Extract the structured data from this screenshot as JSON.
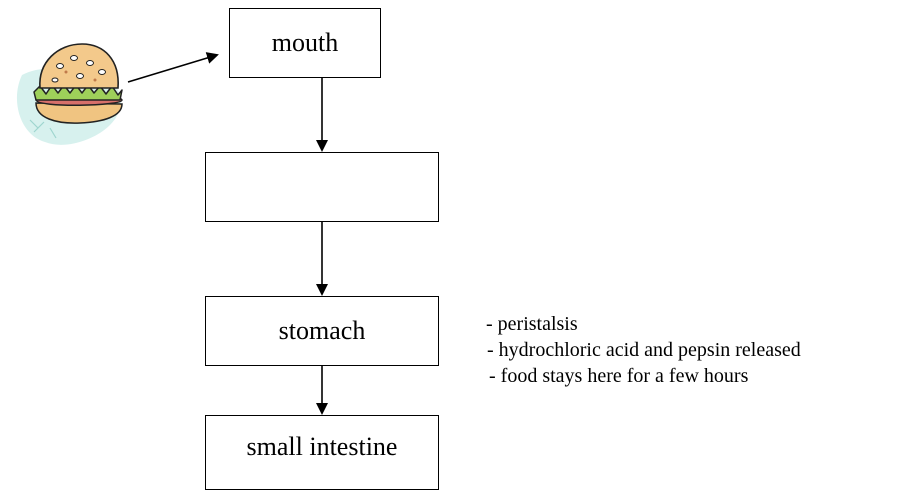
{
  "boxes": {
    "mouth": "mouth",
    "esophagus": "",
    "stomach": "stomach",
    "small_intestine": "small intestine"
  },
  "stomach_notes": [
    "- peristalsis",
    "- hydrochloric acid and pepsin released",
    "- food stays here for a few hours"
  ],
  "illustration": "hamburger-clipart"
}
